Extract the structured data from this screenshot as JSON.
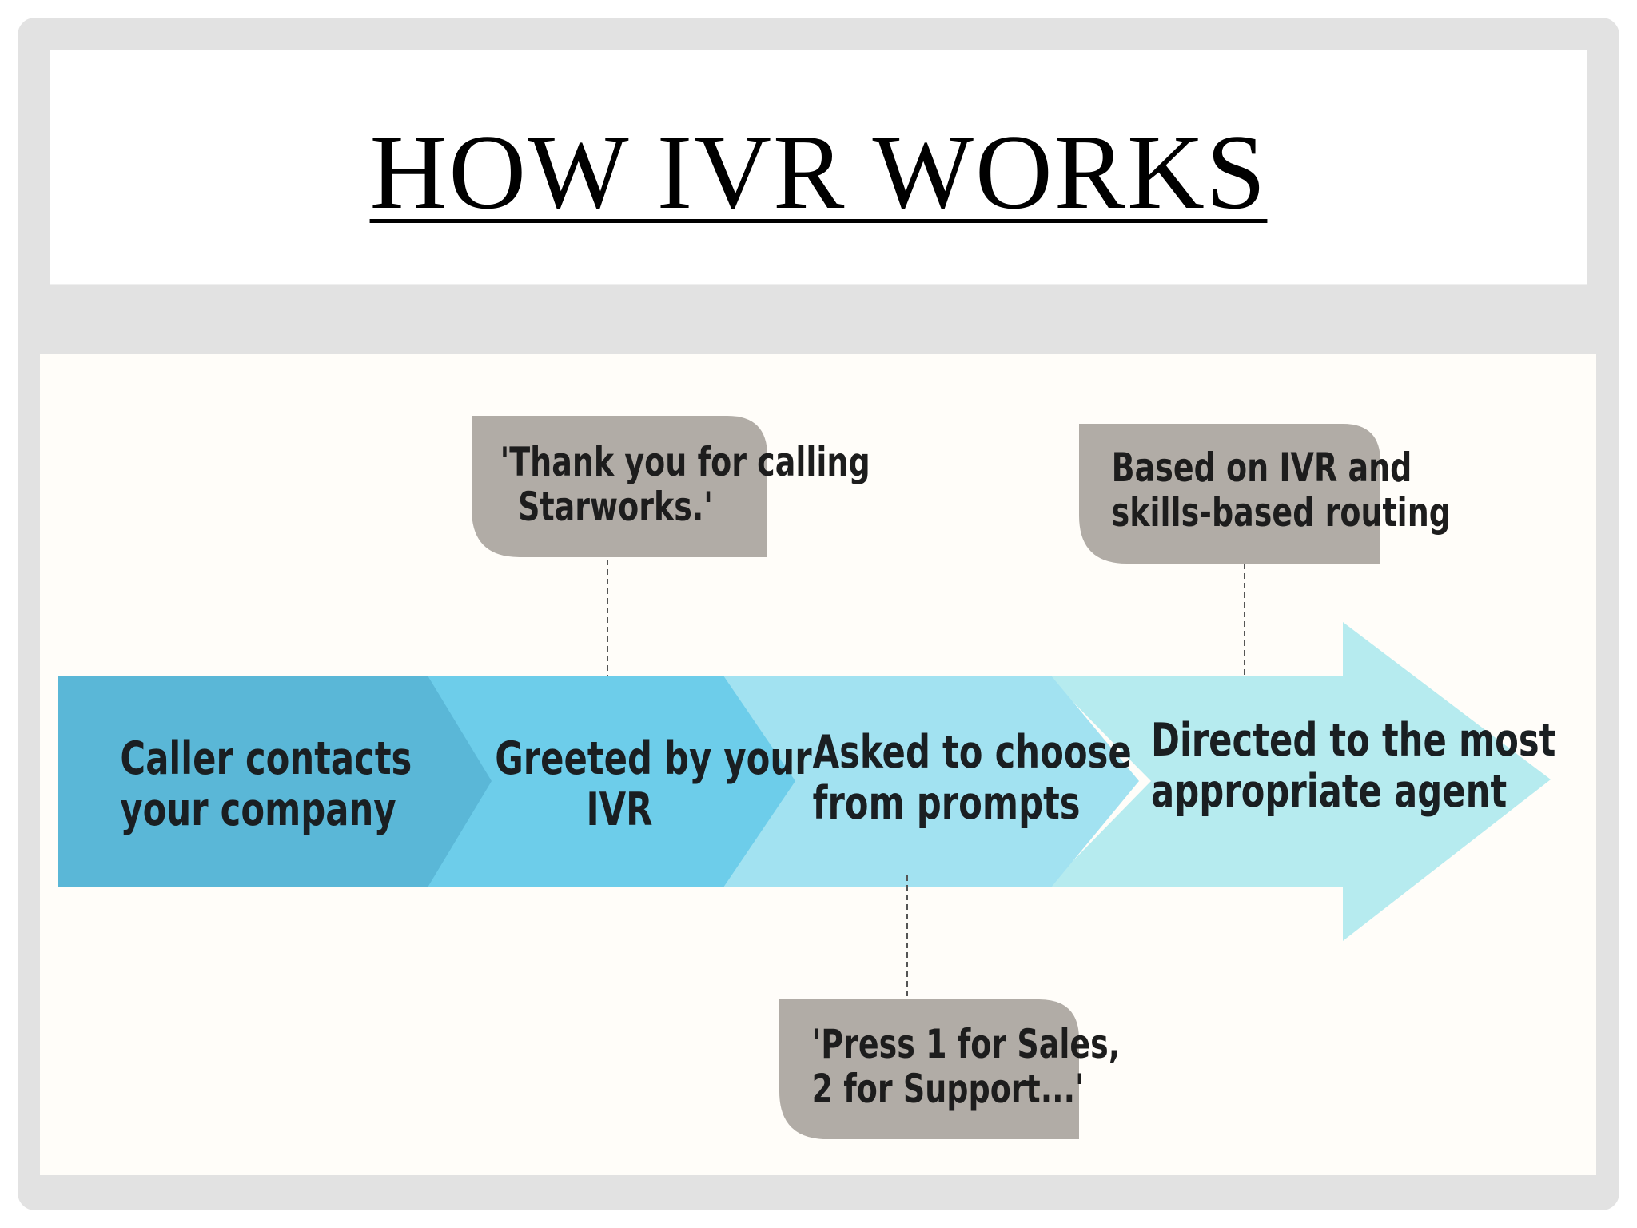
{
  "slide": {
    "title": "HOW IVR WORKS"
  },
  "diagram": {
    "steps": [
      {
        "line1": "Caller contacts",
        "line2": "your company",
        "color": "#5ab7d7"
      },
      {
        "line1": "Greeted by your",
        "line2": "IVR",
        "color": "#6dcdea"
      },
      {
        "line1": "Asked to choose",
        "line2": "from prompts",
        "color": "#a2e2f1"
      },
      {
        "line1": "Directed to the most",
        "line2": "appropriate agent",
        "color": "#b6ebef"
      }
    ],
    "callouts": [
      {
        "line1": "'Thank you for calling",
        "line2": "Starworks.'"
      },
      {
        "line1": "Based on IVR and",
        "line2": "skills-based routing"
      },
      {
        "line1": "'Press 1 for Sales,",
        "line2": "2 for Support...'"
      }
    ],
    "callout_color": "#b1aca6"
  }
}
